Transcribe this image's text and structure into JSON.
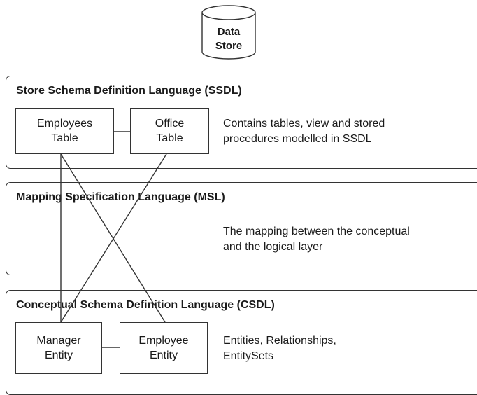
{
  "data_store": {
    "label": "Data\nStore"
  },
  "ssdl": {
    "title": "Store Schema Definition Language (SSDL)",
    "description": "Contains tables, view and stored\nprocedures modelled in SSDL",
    "boxes": {
      "employees_table": "Employees\nTable",
      "office_table": "Office\nTable"
    }
  },
  "msl": {
    "title": "Mapping Specification Language (MSL)",
    "description": "The mapping between the conceptual\nand the logical layer"
  },
  "csdl": {
    "title": "Conceptual Schema Definition Language (CSDL)",
    "description": "Entities, Relationships,\nEntitySets",
    "boxes": {
      "manager_entity": "Manager\nEntity",
      "employee_entity": "Employee\nEntity"
    }
  }
}
